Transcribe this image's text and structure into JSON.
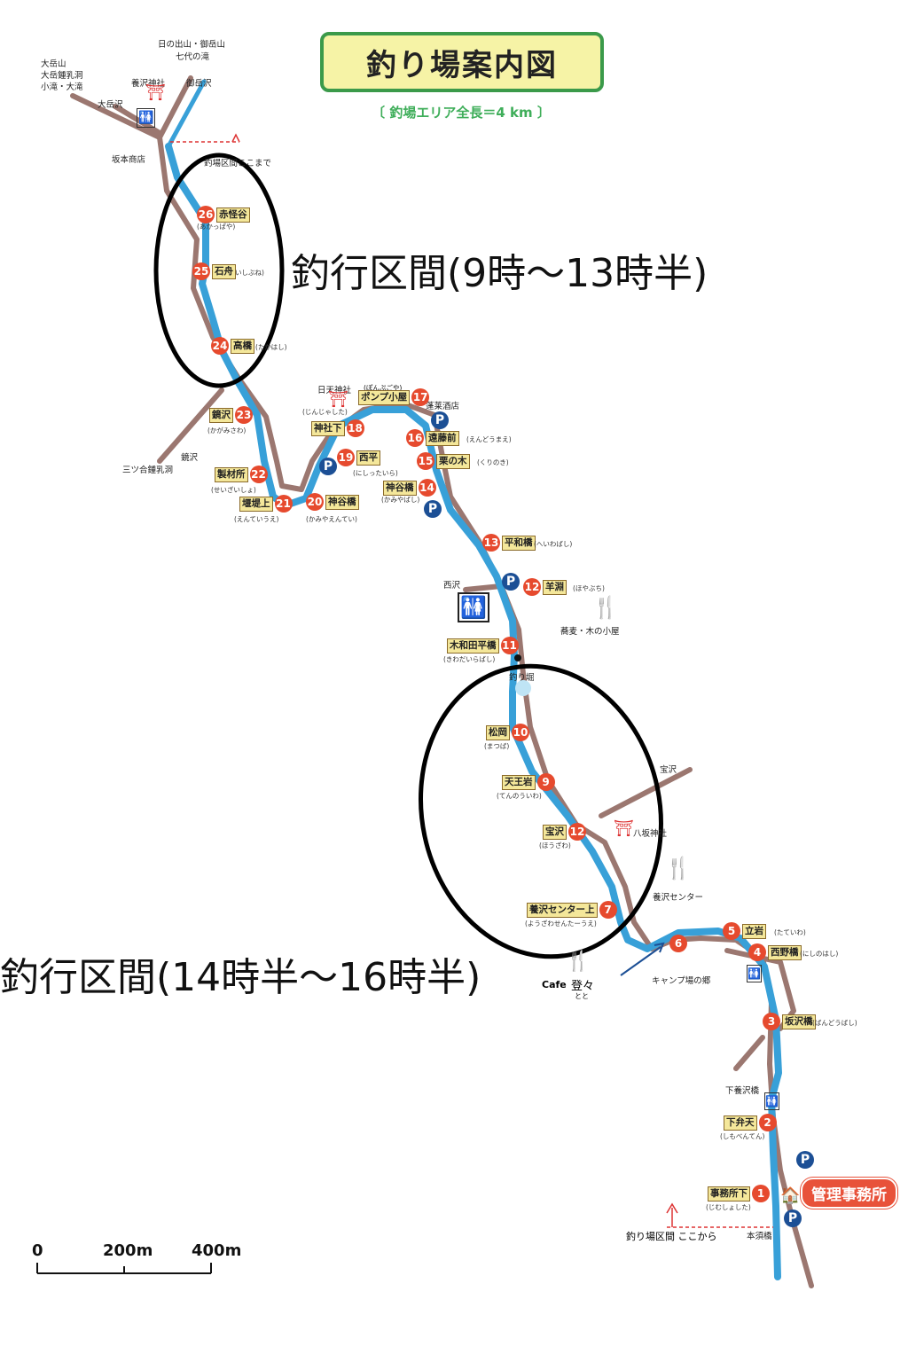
{
  "title": "釣り場案内図",
  "subtitle": "〔 釣場エリア全長＝4 km 〕",
  "sections": {
    "upper": "釣行区間(9時～13時半)",
    "lower": "釣行区間(14時半～16時半)"
  },
  "places": {
    "top_peaks": "日の出山・御岳山",
    "top_falls": "七代の滝",
    "left_peaks_1": "大岳山",
    "left_peaks_2": "大岳鍾乳洞",
    "left_peaks_3": "小滝・大滝",
    "shrine_top": "養沢神社",
    "mitake_sawa": "御岳沢",
    "otake_sawa": "大岳沢",
    "sakamoto": "坂本商店",
    "upper_limit": "釣場区間ここまで",
    "nittenjinja": "日天神社",
    "pump_reading": "(ぽんぷごや)",
    "hotel": "蓬莱酒店",
    "kagamizawa_road": "鏡沢",
    "mitsugo": "三ツ合鍾乳洞",
    "nishizawa": "西沢",
    "cafe_n": "蕎麦・木の小屋",
    "tsuribori": "釣り堀",
    "houzawa": "宝沢",
    "yawata": "八坂神社",
    "center": "養沢センター",
    "camp": "キャンプ場の郷",
    "cafe": "Cafe",
    "cafe_name": "登々",
    "cafe_reading": "とと",
    "shimoyozawa": "下養沢橋",
    "lower_limit": "釣り場区間 ここから",
    "honsuke": "本須橋",
    "office": "管理事務所"
  },
  "spots": [
    {
      "n": "26",
      "name": "赤怪谷",
      "reading": "(あかっぱや)"
    },
    {
      "n": "25",
      "name": "石舟",
      "reading": "いしぶね)"
    },
    {
      "n": "24",
      "name": "高橋",
      "reading": "(たかはし)"
    },
    {
      "n": "23",
      "name": "鏡沢",
      "reading": "(かがみさわ)"
    },
    {
      "n": "22",
      "name": "製材所",
      "reading": "(せいざいしょ)"
    },
    {
      "n": "21",
      "name": "堰堤上",
      "reading": "(えんていうえ)"
    },
    {
      "n": "20",
      "name": "神谷橋",
      "reading": "(かみやえんてい)"
    },
    {
      "n": "19",
      "name": "西平",
      "reading": "(にしったいら)"
    },
    {
      "n": "18",
      "name": "神社下",
      "reading": "(じんじゃした)"
    },
    {
      "n": "17",
      "name": "ポンプ小屋",
      "reading": ""
    },
    {
      "n": "16",
      "name": "遠藤前",
      "reading": "(えんどうまえ)"
    },
    {
      "n": "15",
      "name": "栗の木",
      "reading": "(くりのき)"
    },
    {
      "n": "14",
      "name": "神谷橋",
      "reading": "(かみやばし)"
    },
    {
      "n": "13",
      "name": "平和橋",
      "reading": "(へいわばし)"
    },
    {
      "n": "12",
      "name": "羊淵",
      "reading": "(ほやぶち)"
    },
    {
      "n": "11",
      "name": "木和田平橋",
      "reading": "(きわだいらばし)"
    },
    {
      "n": "10",
      "name": "松岡",
      "reading": "(まつば)"
    },
    {
      "n": "9",
      "name": "天王岩",
      "reading": "(てんのういわ)"
    },
    {
      "n": "12",
      "name": "宝沢",
      "reading": "(ほうざわ)"
    },
    {
      "n": "7",
      "name": "養沢センター上",
      "reading": "(ようざわせんたーうえ)"
    },
    {
      "n": "6",
      "name": "",
      "reading": ""
    },
    {
      "n": "5",
      "name": "立岩",
      "reading": "(たていわ)"
    },
    {
      "n": "4",
      "name": "西野橋",
      "reading": "(にしのはし)"
    },
    {
      "n": "3",
      "name": "坂沢橋",
      "reading": "(ばんどうばし)"
    },
    {
      "n": "2",
      "name": "下弁天",
      "reading": "(しもべんてん)"
    },
    {
      "n": "1",
      "name": "事務所下",
      "reading": "(じむしょした)"
    }
  ],
  "scale": {
    "t0": "0",
    "t1": "200m",
    "t2": "400m"
  },
  "colors": {
    "river": "#38a0d8",
    "road": "#9b7770",
    "spot": "#e64a2e",
    "title_bg": "#f6f3a6",
    "title_border": "#3b9a4a",
    "parking": "#1c4f95"
  }
}
